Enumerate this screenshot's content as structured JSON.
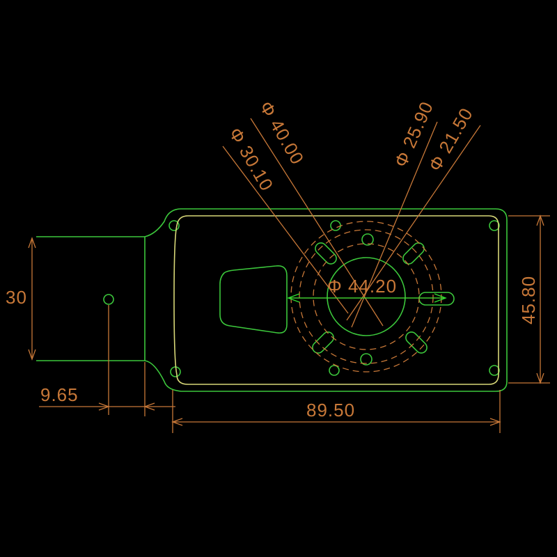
{
  "colors": {
    "background": "#000000",
    "outline": "#3cc83c",
    "inner": "#d8d878",
    "dimension": "#c87838",
    "arrow": "#30e030"
  },
  "dimensions": {
    "d_30_10": "Φ 30.10",
    "d_40_00": "Φ 40.00",
    "d_25_90": "Φ 25.90",
    "d_21_50": "Φ 21.50",
    "d_44_20": "Φ 44.20",
    "h_30": "30",
    "h_45_80": "45.80",
    "w_9_65": "9.65",
    "w_89_50": "89.50"
  }
}
